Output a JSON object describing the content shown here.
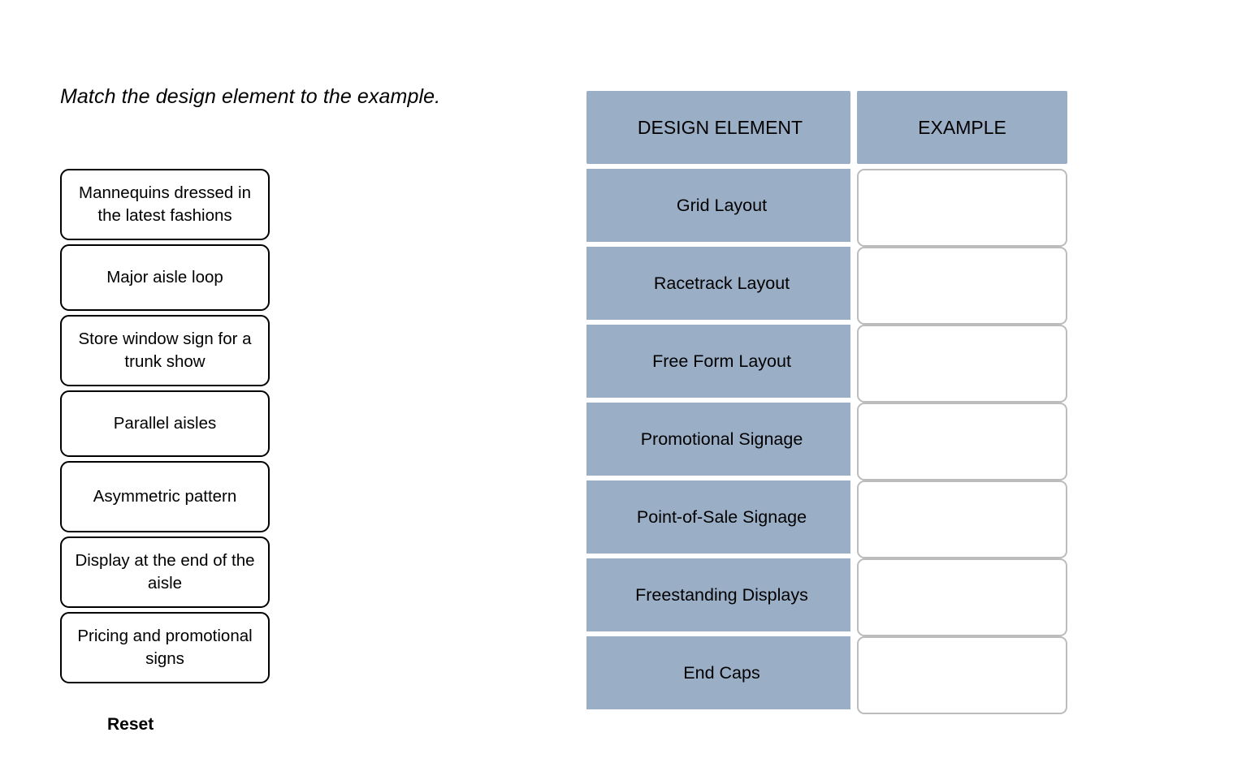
{
  "prompt": {
    "title": "Match the design element to the example."
  },
  "colors": {
    "header_fill": "#9aaec6",
    "row_fill": "#9aaec6",
    "card_border": "#000000",
    "dropzone_border": "#bcbcbc",
    "page_background": "#ffffff",
    "text": "#000000"
  },
  "draggables": [
    {
      "label": "Mannequins dressed in the latest fashions",
      "lines": 2
    },
    {
      "label": "Major aisle loop",
      "lines": 1
    },
    {
      "label": "Store window sign for a trunk show",
      "lines": 2
    },
    {
      "label": "Parallel aisles",
      "lines": 1
    },
    {
      "label": "Asymmetric pattern",
      "lines": 2
    },
    {
      "label": "Display at the end of the aisle",
      "lines": 2
    },
    {
      "label": "Pricing and promotional signs",
      "lines": 2
    }
  ],
  "reset": {
    "label": "Reset"
  },
  "table": {
    "headers": {
      "element": "DESIGN ELEMENT",
      "example": "EXAMPLE"
    },
    "rows": [
      {
        "element": "Grid Layout",
        "example": ""
      },
      {
        "element": "Racetrack Layout",
        "example": ""
      },
      {
        "element": "Free Form Layout",
        "example": ""
      },
      {
        "element": "Promotional Signage",
        "example": ""
      },
      {
        "element": "Point-of-Sale Signage",
        "example": ""
      },
      {
        "element": "Freestanding Displays",
        "example": ""
      },
      {
        "element": "End Caps",
        "example": ""
      }
    ]
  }
}
